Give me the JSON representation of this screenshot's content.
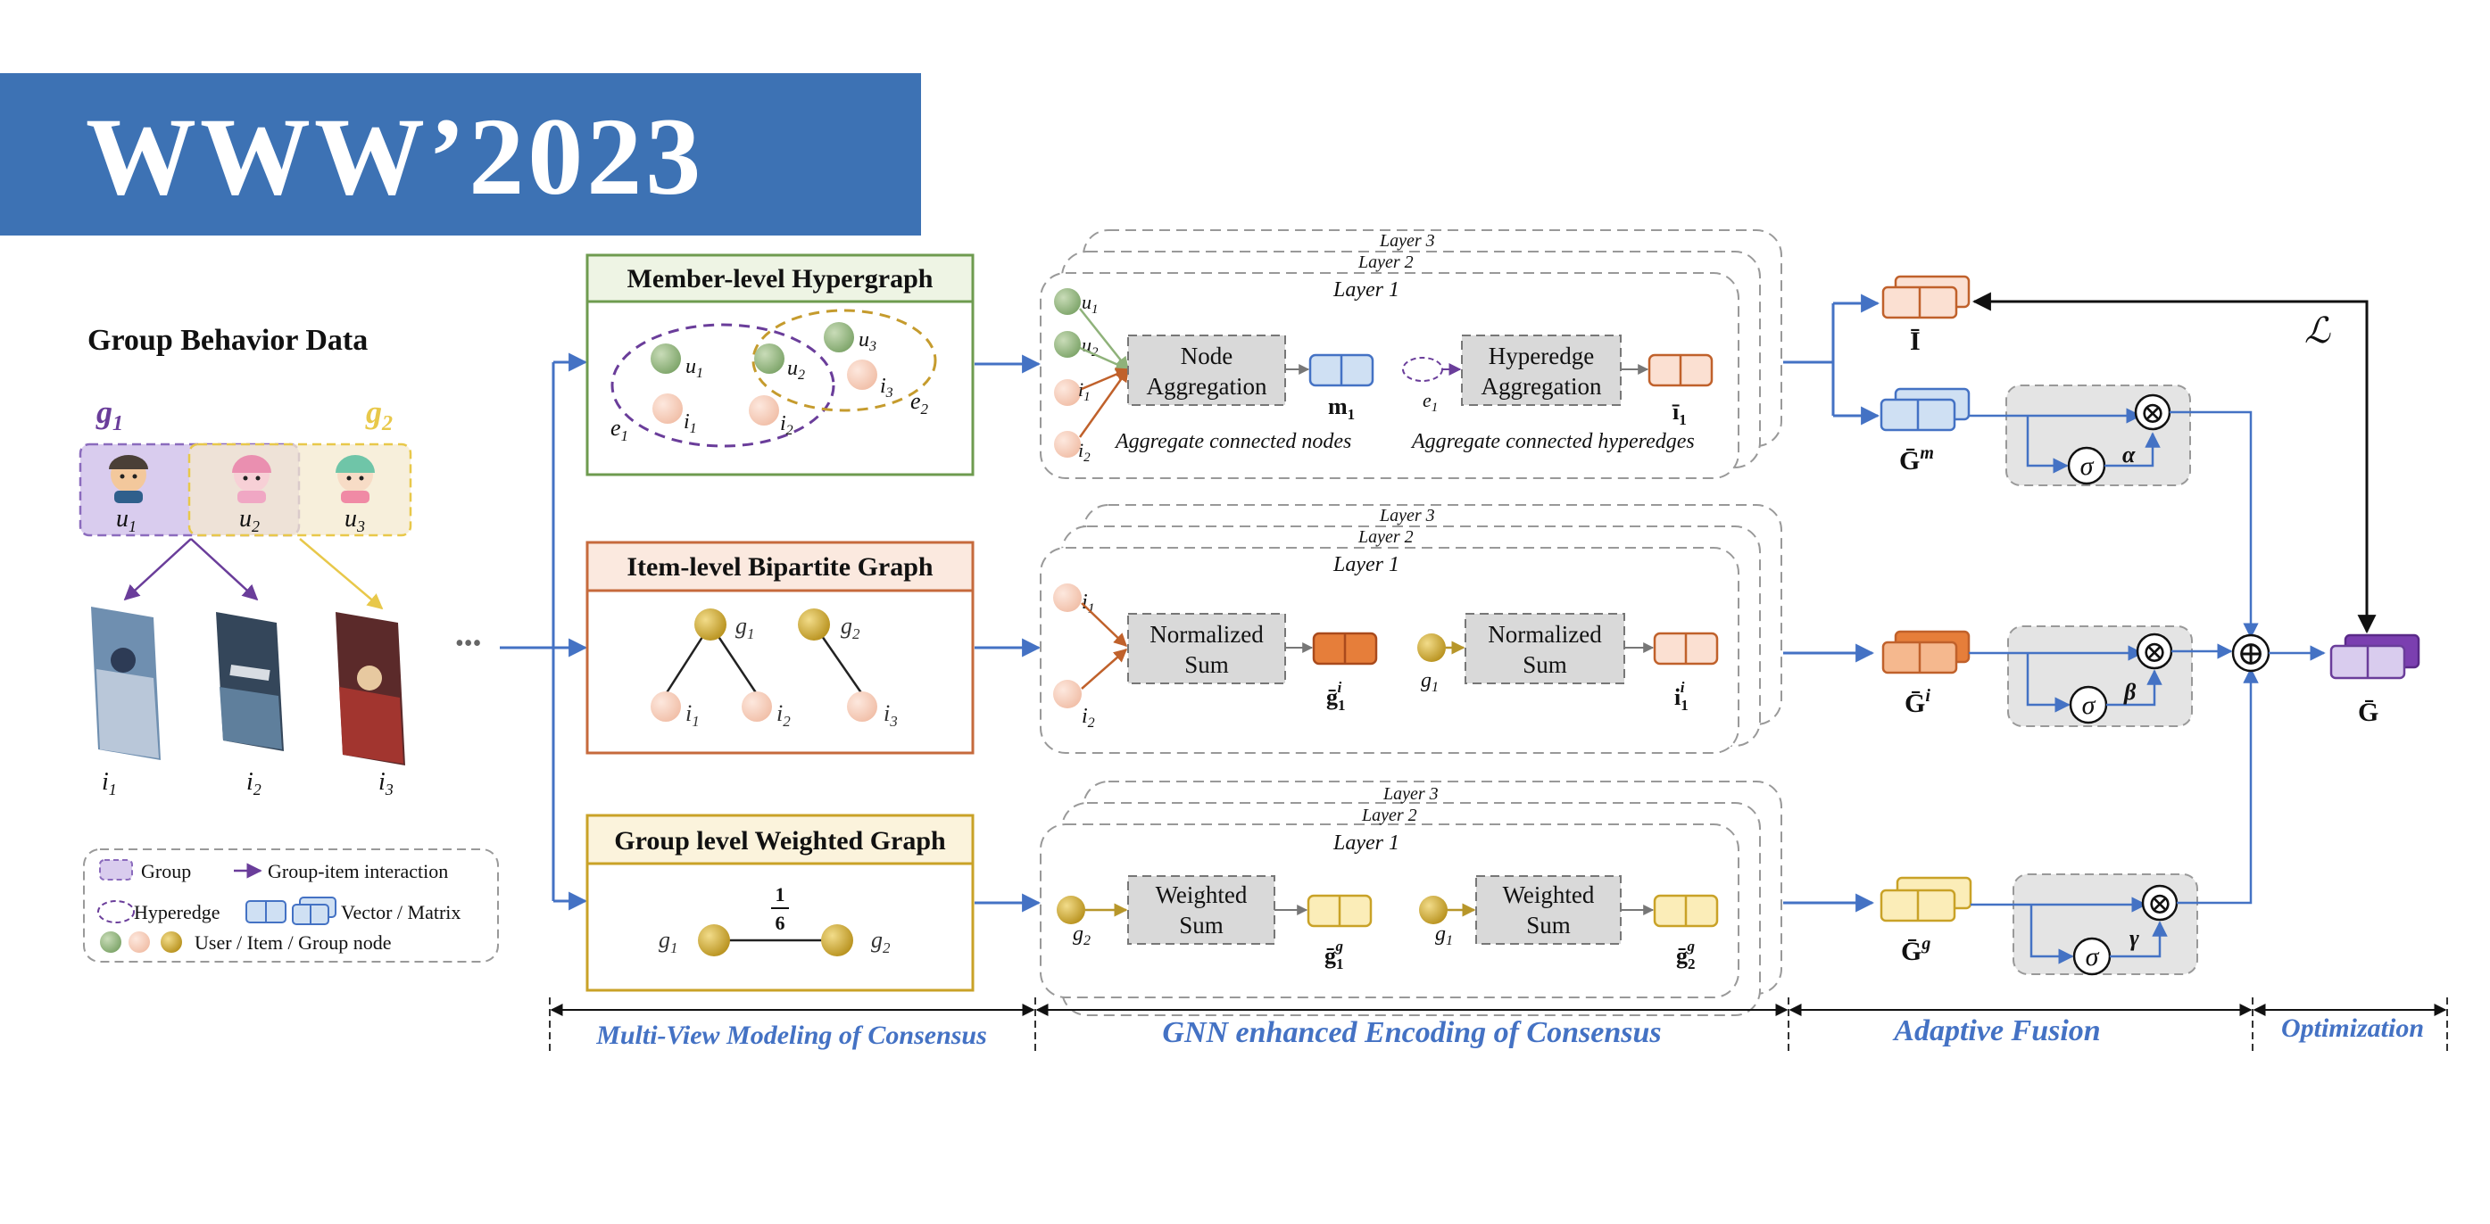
{
  "banner": {
    "title": "WWW’2023"
  },
  "colors": {
    "banner_blue": "#3d72b4",
    "arrow_blue": "#4472c4",
    "group_purple": "#6a3d9a",
    "group_yellow": "#e8c84a",
    "user_green": "#8fb27a",
    "item_peach": "#f6c9b6",
    "group_gold": "#c9a227"
  },
  "left_panel": {
    "title": "Group Behavior  Data",
    "group1": "g1",
    "group2": "g2",
    "users": [
      "u1",
      "u2",
      "u3"
    ],
    "items": [
      "i1",
      "i2",
      "i3"
    ],
    "ellipsis": "•••"
  },
  "legend": {
    "group": "Group",
    "interaction": "Group-item interaction",
    "hyperedge": "Hyperedge",
    "vector_matrix": "Vector / Matrix",
    "nodes": "User / Item / Group node"
  },
  "views": {
    "member": {
      "title": "Member-level Hypergraph",
      "nodes": [
        "u1",
        "u2",
        "u3",
        "i1",
        "i2",
        "i3"
      ],
      "edges": [
        "e1",
        "e2"
      ]
    },
    "item": {
      "title": "Item-level  Bipartite Graph",
      "nodes": [
        "g1",
        "g2",
        "i1",
        "i2",
        "i3"
      ]
    },
    "group": {
      "title": "Group level Weighted Graph",
      "nodes": [
        "g1",
        "g2"
      ],
      "weight_num": "1",
      "weight_den": "6"
    }
  },
  "gnn": {
    "layers": [
      "Layer 3",
      "Layer 2",
      "Layer 1"
    ],
    "member": {
      "inputs": [
        "u1",
        "u2",
        "i1",
        "i2"
      ],
      "node_agg": [
        "Node",
        "Aggregation"
      ],
      "node_out": "m1",
      "edge_input": "e1",
      "edge_agg": [
        "Hyperedge",
        "Aggregation"
      ],
      "edge_out": "ī1",
      "caption_nodes": "Aggregate connected nodes",
      "caption_edges": "Aggregate connected hyperedges"
    },
    "item": {
      "inputs": [
        "i1",
        "i2"
      ],
      "sum1": [
        "Normalized",
        "Sum"
      ],
      "out1": "ḡ1i",
      "input2": "g1",
      "sum2": [
        "Normalized",
        "Sum"
      ],
      "out2": "i1i"
    },
    "group": {
      "input1": "g2",
      "sum1": [
        "Weighted",
        "Sum"
      ],
      "out1": "ḡ1g",
      "input2": "g1",
      "sum2": [
        "Weighted",
        "Sum"
      ],
      "out2": "ḡ2g"
    }
  },
  "fusion": {
    "I_bar": "Ī",
    "G_m": "Ḡm",
    "G_i": "Ḡi",
    "G_g": "Ḡg",
    "sigma": "σ",
    "alpha": "α",
    "beta": "β",
    "gamma": "γ",
    "loss": "ℒ",
    "output": "Ḡ",
    "otimes": "⊗",
    "oplus": "⊕"
  },
  "stages": [
    "Multi-View Modeling of Consensus",
    "GNN enhanced Encoding of Consensus",
    "Adaptive Fusion",
    "Optimization"
  ]
}
